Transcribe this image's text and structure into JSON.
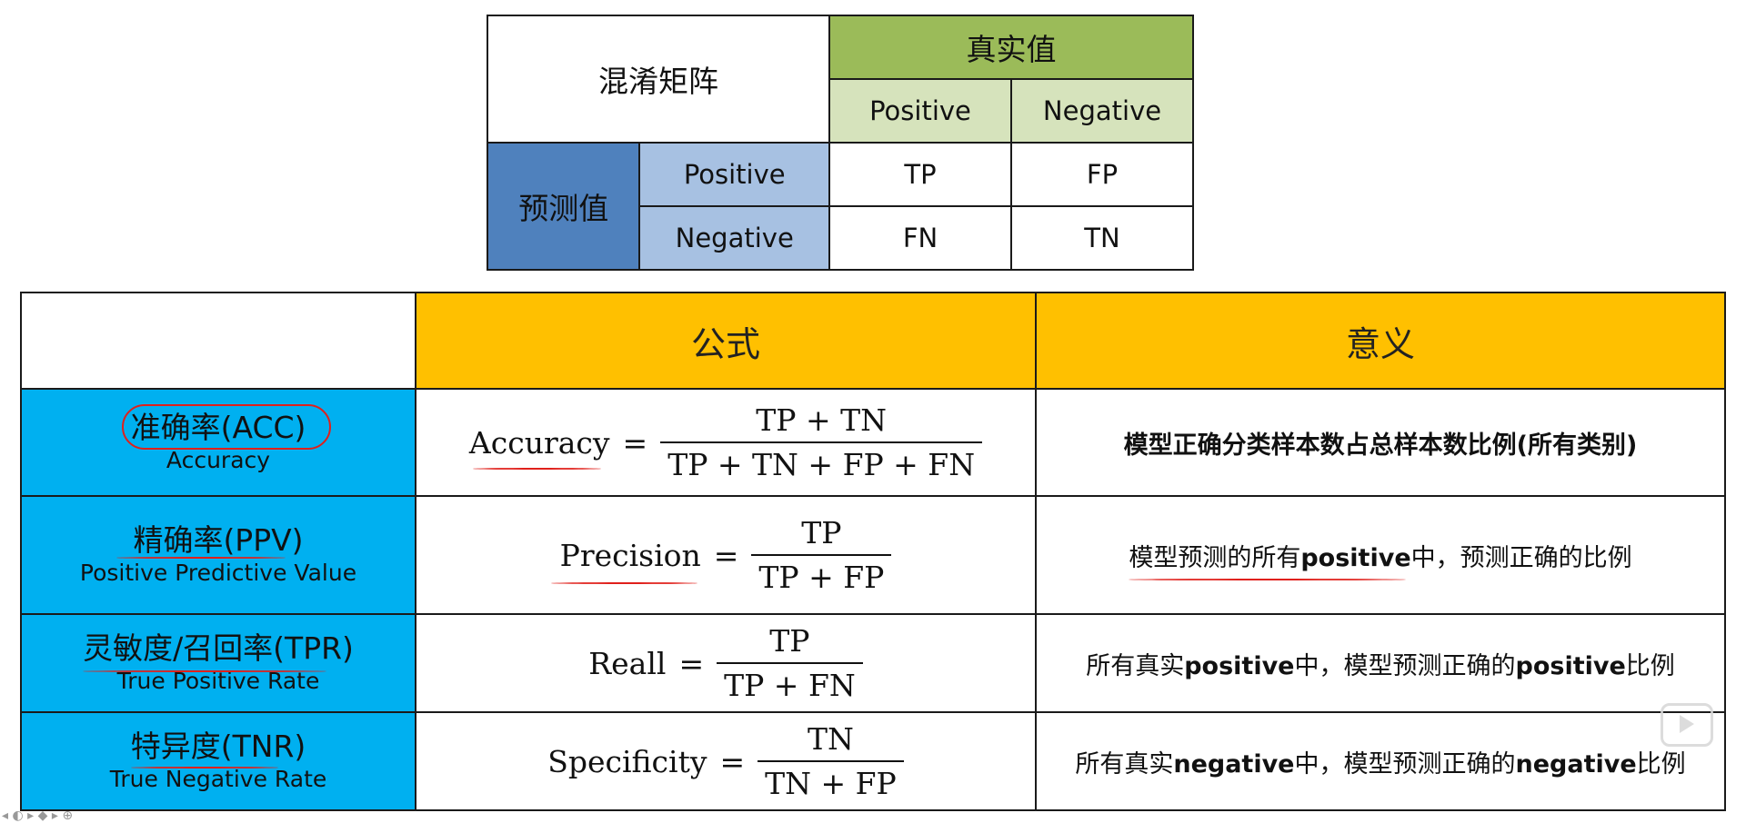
{
  "confusion_matrix": {
    "title": "混淆矩阵",
    "true_header": "真实值",
    "pred_header": "预测值",
    "true_cols": [
      "Positive",
      "Negative"
    ],
    "pred_rows": [
      "Positive",
      "Negative"
    ],
    "cells": [
      [
        "TP",
        "FP"
      ],
      [
        "FN",
        "TN"
      ]
    ]
  },
  "metrics": {
    "header_formula": "公式",
    "header_meaning": "意义",
    "rows": [
      {
        "name_cn": "准确率(ACC)",
        "name_en": "Accuracy",
        "formula_lhs": "Accuracy",
        "formula_num": "TP + TN",
        "formula_den": "TP + TN + FP + FN",
        "meaning": [
          "",
          "模型正确分类样本数占总样本数比例(所有类别)",
          ""
        ]
      },
      {
        "name_cn": "精确率(PPV)",
        "name_en": "Positive Predictive Value",
        "formula_lhs": "Precision",
        "formula_num": "TP",
        "formula_den": "TP + FP",
        "meaning": [
          "模型预测的所有",
          "positive",
          "中，预测正确的比例"
        ]
      },
      {
        "name_cn": "灵敏度/召回率(TPR)",
        "name_en": "True Positive Rate",
        "formula_lhs": "Reall",
        "formula_num": "TP",
        "formula_den": "TP + FN",
        "meaning": [
          "所有真实",
          "positive",
          "中，模型预测正确的",
          "positive",
          "比例"
        ]
      },
      {
        "name_cn": "特异度(TNR)",
        "name_en": "True Negative Rate",
        "formula_lhs": "Specificity",
        "formula_num": "TN",
        "formula_den": "TN + FP",
        "meaning": [
          "所有真实",
          "negative",
          "中，模型预测正确的",
          "negative",
          "比例"
        ]
      }
    ]
  }
}
